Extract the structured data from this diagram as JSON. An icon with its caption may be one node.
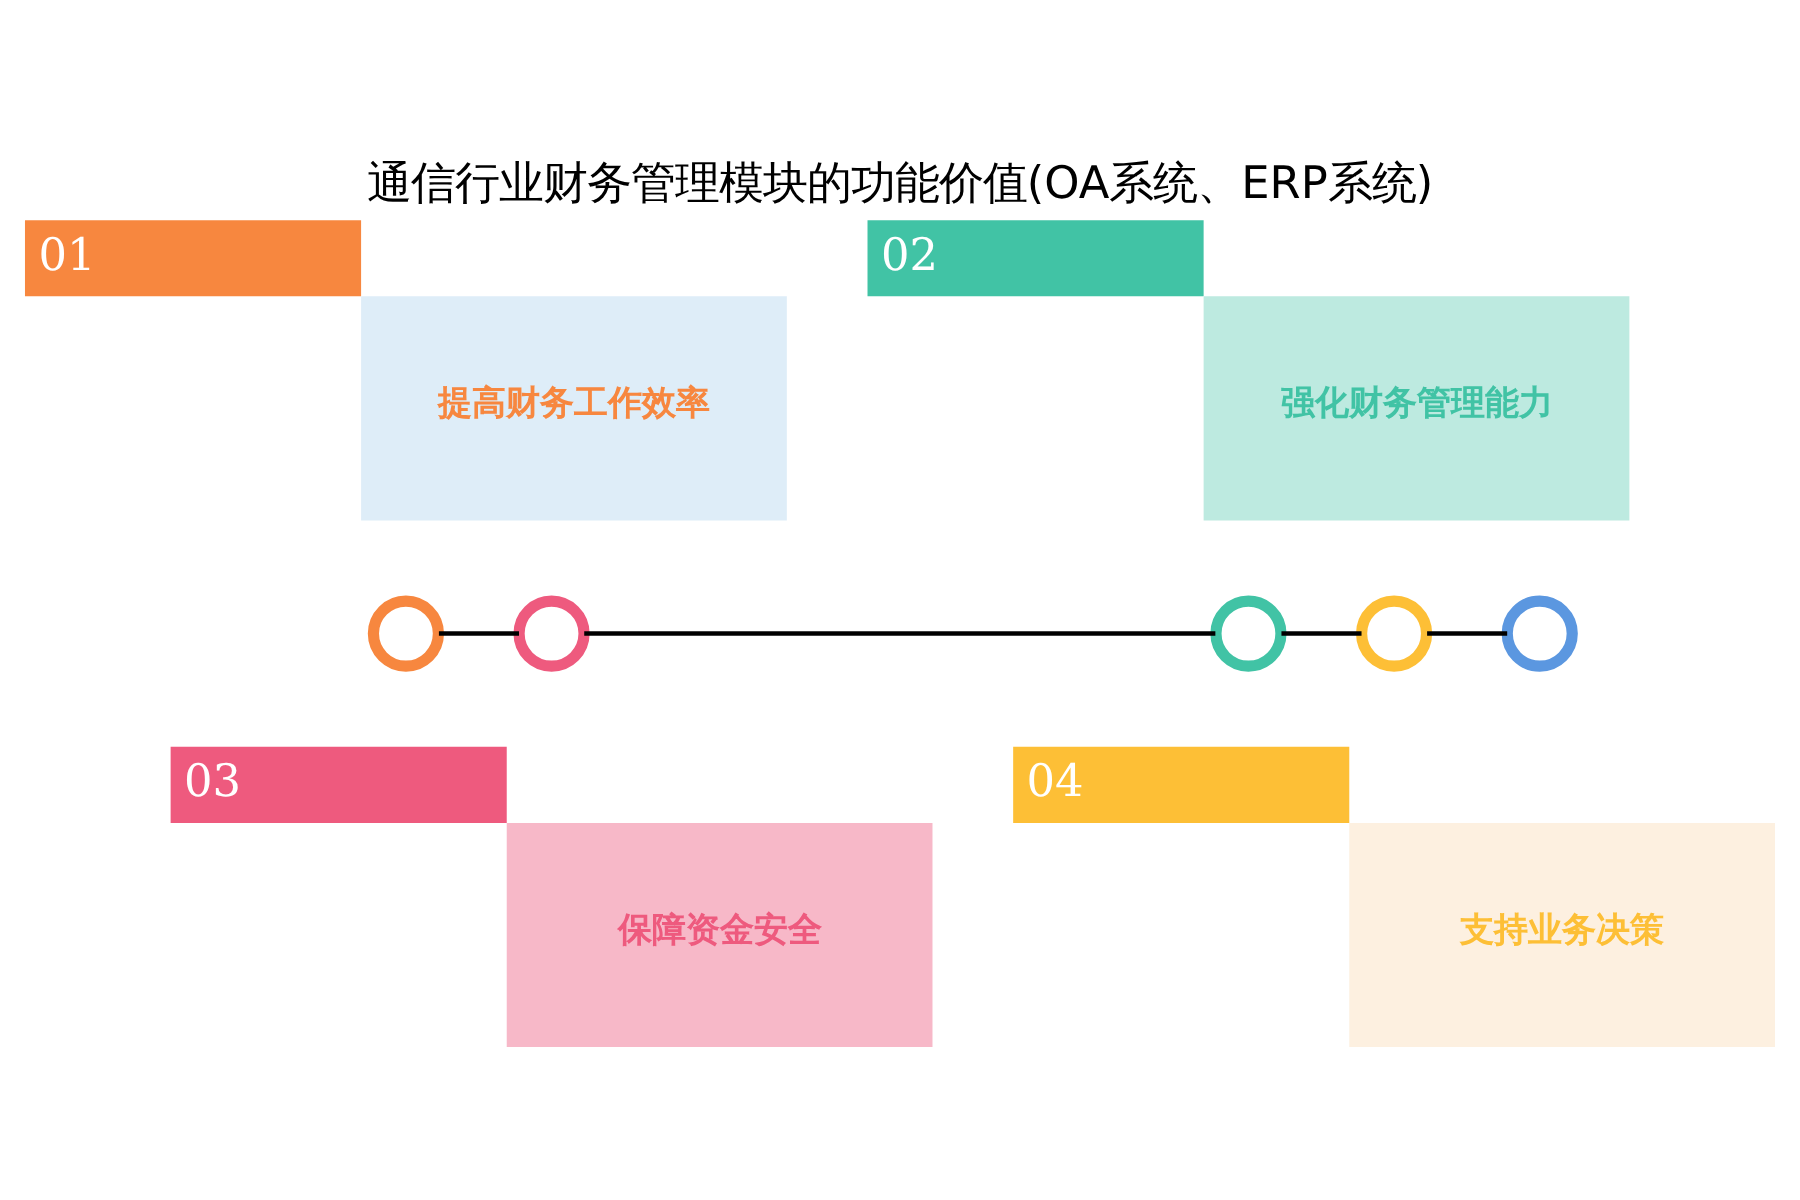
{
  "diagram": {
    "title": "通信行业财务管理模块的功能价值(OA系统、ERP系统)",
    "nodes": [
      {
        "text": [
          "01",
          "提高财务工作效率"
        ]
      },
      {
        "text": [
          "02",
          "强化财务管理能力"
        ]
      },
      {
        "text": [],
        "shape": "circle"
      },
      {
        "text": [],
        "shape": "circle"
      },
      {
        "text": [],
        "shape": "circle"
      },
      {
        "text": [],
        "shape": "circle"
      },
      {
        "text": [],
        "shape": "circle"
      },
      {
        "text": [
          "03",
          "保障资金安全"
        ]
      },
      {
        "text": [
          "04",
          "支持业务决策"
        ]
      }
    ],
    "edges": [
      {
        "from": 2,
        "to": 3,
        "arrow": "none"
      },
      {
        "from": 3,
        "to": 4,
        "arrow": "none"
      },
      {
        "from": 4,
        "to": 5,
        "arrow": "none"
      },
      {
        "from": 5,
        "to": 6,
        "arrow": "none"
      }
    ]
  }
}
